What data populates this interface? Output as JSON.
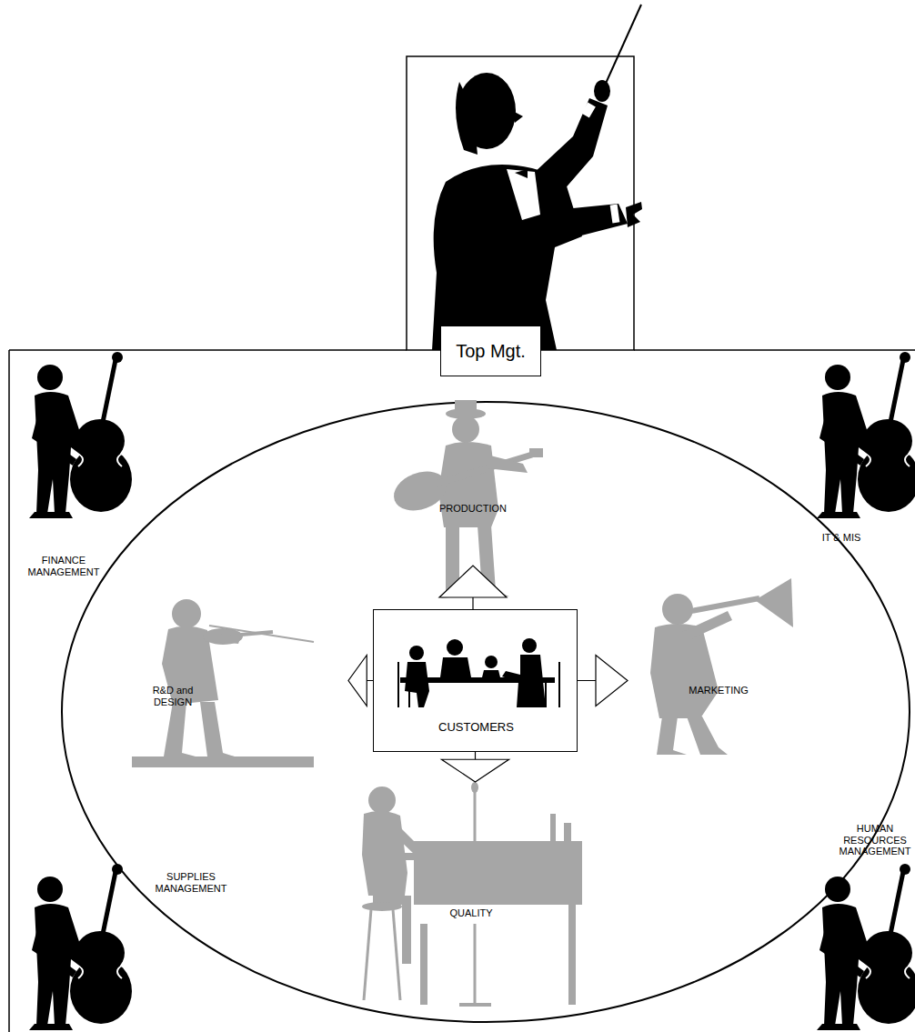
{
  "diagram": {
    "nodes": [
      {
        "text": [
          "Top Mgt."
        ]
      },
      {
        "text": [
          "PRODUCTION"
        ]
      },
      {
        "text": [
          "R&D and DESIGN"
        ]
      },
      {
        "text": [
          "CUSTOMERS"
        ]
      },
      {
        "text": [
          "MARKETING"
        ]
      },
      {
        "text": [
          "QUALITY"
        ]
      }
    ],
    "edges": [
      {
        "from": 3,
        "to": 1,
        "arrow": "to"
      },
      {
        "from": 3,
        "to": 2,
        "arrow": "to"
      },
      {
        "from": 3,
        "to": 4,
        "arrow": "to"
      },
      {
        "from": 3,
        "to": 5,
        "arrow": "to"
      }
    ],
    "labels": [
      "FINANCE MANAGEMENT",
      "IT & MIS",
      "HUMAN RESOURCES MANAGEMENT",
      "SUPPLIES MANAGEMENT"
    ]
  }
}
